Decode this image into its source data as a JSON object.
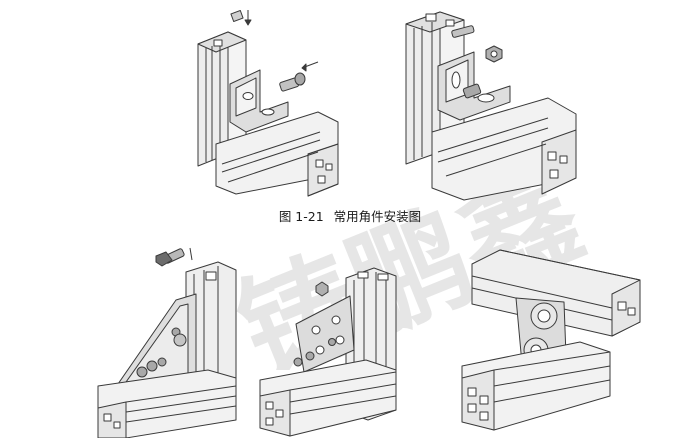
{
  "caption": {
    "figure_number": "图 1-21",
    "title": "常用角件安装图"
  },
  "watermark": {
    "text": "铸鹏鑫",
    "color": "#d9d9d9"
  },
  "colors": {
    "line": "#3a3a3a",
    "face_light": "#f4f4f4",
    "face_mid": "#e2e2e2",
    "face_dark": "#c9c9c9",
    "bracket": "#dedede",
    "hardware": "#a8a8a8"
  },
  "figures": [
    {
      "name": "top-left-assembly",
      "bolt_direction": "arrow-left",
      "nut_direction": "arrow-down"
    },
    {
      "name": "top-right-assembly"
    },
    {
      "name": "bottom-left-assembly"
    },
    {
      "name": "bottom-middle-assembly"
    },
    {
      "name": "bottom-right-assembly"
    }
  ]
}
